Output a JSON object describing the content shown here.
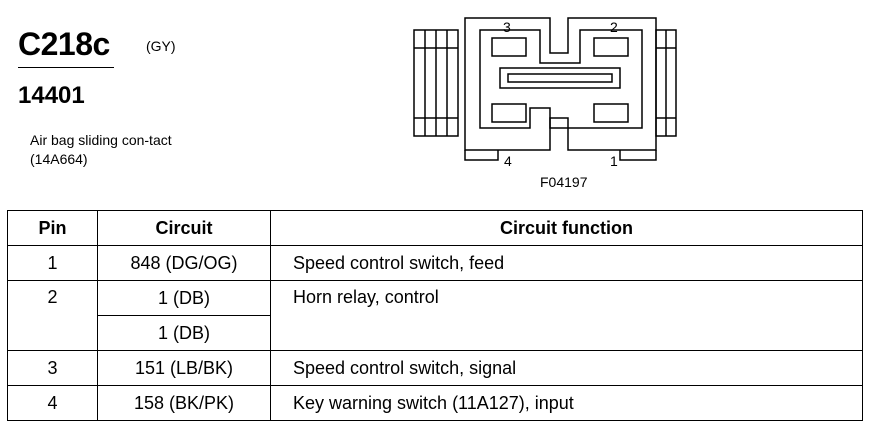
{
  "connector": {
    "id": "C218c",
    "color": "(GY)",
    "part_number": "14401",
    "description": "Air bag sliding con-tact (14A664)"
  },
  "diagram": {
    "pin_labels": [
      "3",
      "2",
      "4",
      "1"
    ],
    "figure_code": "F04197"
  },
  "table": {
    "headers": [
      "Pin",
      "Circuit",
      "Circuit function"
    ],
    "rows": [
      {
        "pin": "1",
        "circuits": [
          "848 (DG/OG)"
        ],
        "function": "Speed control switch, feed"
      },
      {
        "pin": "2",
        "circuits": [
          "1 (DB)",
          "1 (DB)"
        ],
        "function": "Horn relay, control"
      },
      {
        "pin": "3",
        "circuits": [
          "151 (LB/BK)"
        ],
        "function": "Speed control switch, signal"
      },
      {
        "pin": "4",
        "circuits": [
          "158 (BK/PK)"
        ],
        "function": "Key warning switch (11A127), input"
      }
    ]
  }
}
